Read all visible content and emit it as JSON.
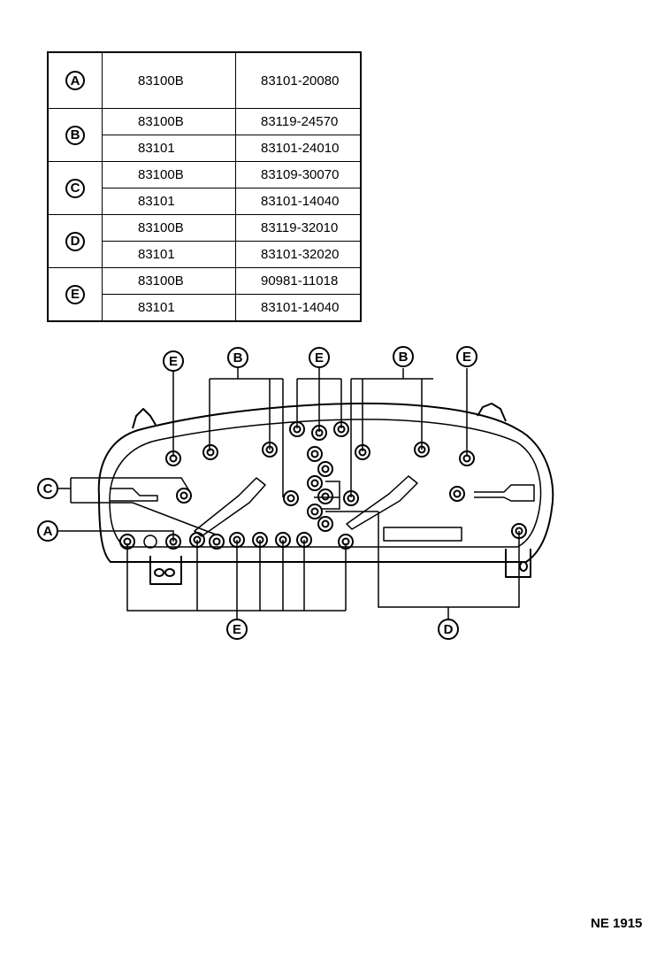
{
  "table": {
    "groups": [
      {
        "key": "A",
        "rows": [
          {
            "ref": "83100B",
            "num": "83101-20080"
          }
        ]
      },
      {
        "key": "B",
        "rows": [
          {
            "ref": "83100B",
            "num": "83119-24570"
          },
          {
            "ref": "83101",
            "num": "83101-24010"
          }
        ]
      },
      {
        "key": "C",
        "rows": [
          {
            "ref": "83100B",
            "num": "83109-30070"
          },
          {
            "ref": "83101",
            "num": "83101-14040"
          }
        ]
      },
      {
        "key": "D",
        "rows": [
          {
            "ref": "83100B",
            "num": "83119-32010"
          },
          {
            "ref": "83101",
            "num": "83101-32020"
          }
        ]
      },
      {
        "key": "E",
        "rows": [
          {
            "ref": "83100B",
            "num": "90981-11018"
          },
          {
            "ref": "83101",
            "num": "83101-14040"
          }
        ]
      }
    ]
  },
  "callouts": {
    "top": [
      "E",
      "B",
      "E",
      "B",
      "E"
    ],
    "left": [
      "C",
      "A"
    ],
    "bottom": [
      "E",
      "D"
    ]
  },
  "footer": "NE 1915"
}
